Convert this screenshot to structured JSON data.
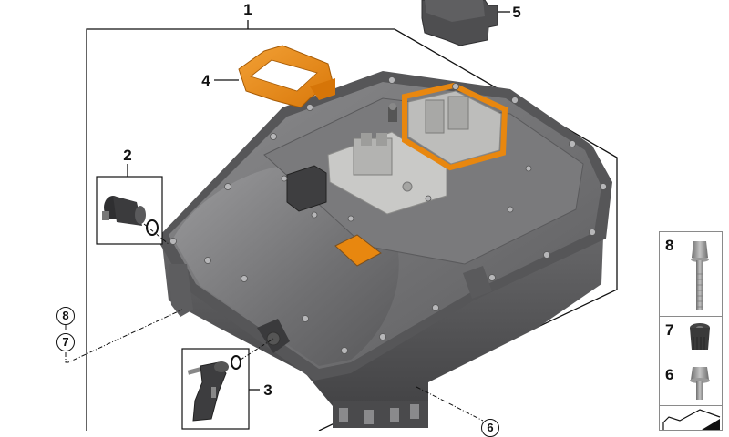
{
  "diagram": {
    "type": "exploded-parts-diagram",
    "subject": "inverter / power electronics unit assembly",
    "callouts": [
      {
        "id": "1",
        "label": "1",
        "part": "power electronics housing (main unit)"
      },
      {
        "id": "2",
        "label": "2",
        "part": "connector / valve with O-ring"
      },
      {
        "id": "3",
        "label": "3",
        "part": "coolant elbow pipe with O-ring and screws"
      },
      {
        "id": "4",
        "label": "4",
        "part": "orange connector locking bracket"
      },
      {
        "id": "5",
        "label": "5",
        "part": "dark cover cap"
      },
      {
        "id": "6",
        "label": "6",
        "part": "hex flange bolt (reference)"
      }
    ],
    "circled_refs": [
      {
        "label": "8"
      },
      {
        "label": "7"
      },
      {
        "label": "6"
      }
    ],
    "side_panel": {
      "items": [
        {
          "label": "8",
          "part": "long hex flange bolt"
        },
        {
          "label": "7",
          "part": "knurled threaded insert"
        },
        {
          "label": "6",
          "part": "short hex flange bolt"
        },
        {
          "label": "",
          "part": "sheet / document icon"
        }
      ]
    },
    "colors": {
      "line": "#111111",
      "housing": "#6e6e70",
      "housing_dark": "#4a4a4c",
      "housing_light": "#9a9a9c",
      "connector_light": "#c9c9c7",
      "accent_orange": "#e8870f",
      "panel_border": "#8a8a8a"
    }
  }
}
